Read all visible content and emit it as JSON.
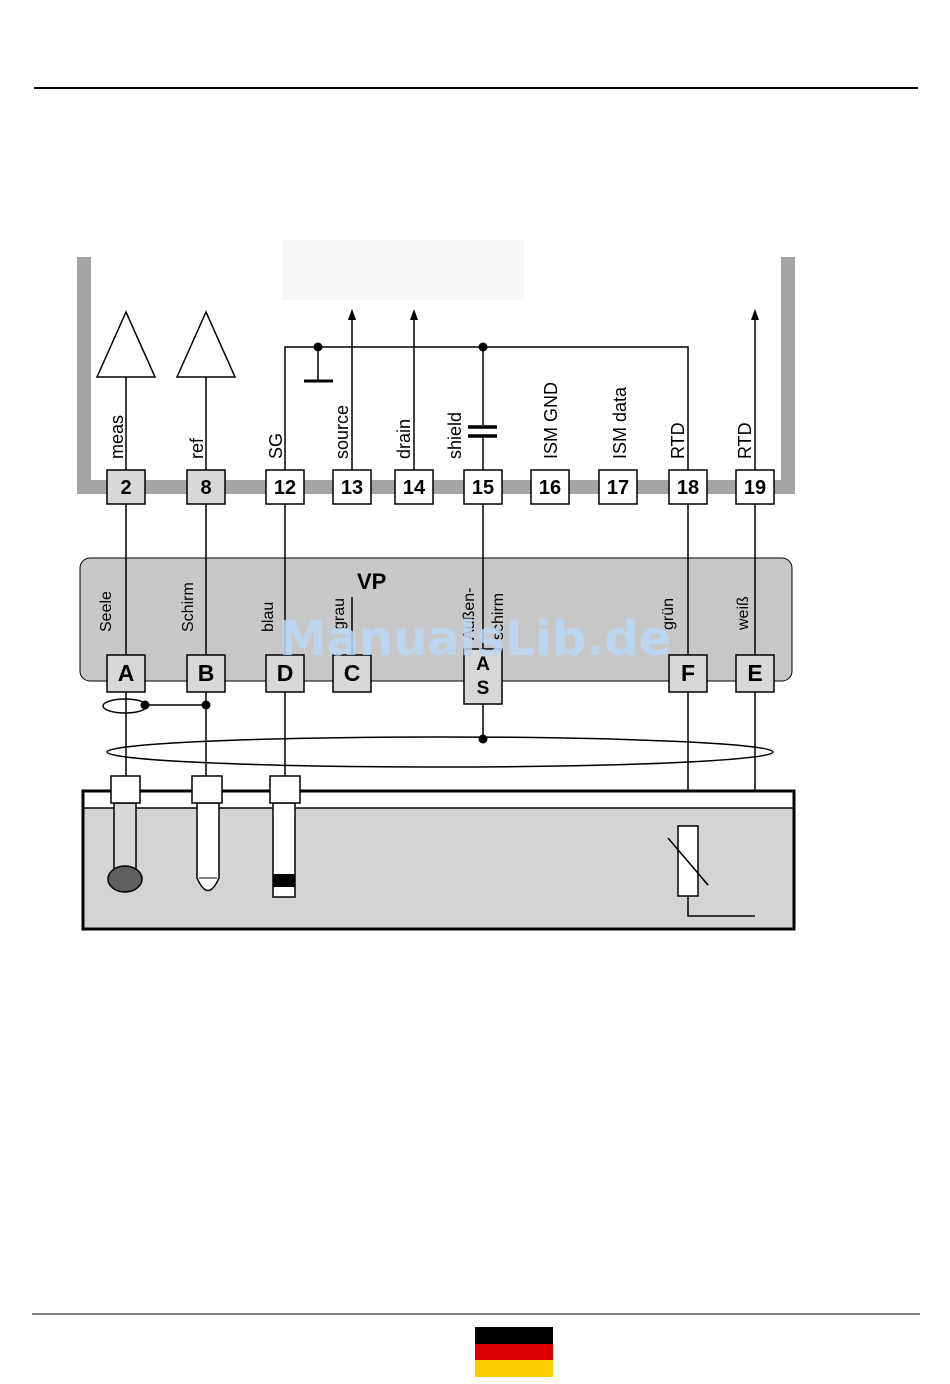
{
  "terminal_labels": {
    "t2": "meas",
    "t8": "ref",
    "t12": "SG",
    "t13": "source",
    "t14": "drain",
    "t15": "shield",
    "t16": "ISM GND",
    "t17": "ISM data",
    "t18": "RTD",
    "t19": "RTD"
  },
  "terminals": [
    "2",
    "8",
    "12",
    "13",
    "14",
    "15",
    "16",
    "17",
    "18",
    "19"
  ],
  "vp": {
    "title": "VP",
    "letters": {
      "A": "A",
      "B": "B",
      "D": "D",
      "C": "C",
      "AS1": "A",
      "AS2": "S",
      "F": "F",
      "E": "E"
    },
    "wire_labels": {
      "seele": "Seele",
      "schirm": "Schirm",
      "blau": "blau",
      "grau": "grau",
      "aussen1": "Außen-",
      "aussen2": "schirm",
      "gruen": "grün",
      "weiss": "weiß"
    }
  },
  "watermark": "ManualsLib.de",
  "colors": {
    "frame_gray": "#a5a5a5",
    "vp_box": "#c8c8c8",
    "vessel_fill": "#d4d4d4",
    "terminal_fill": "#d8d8d8",
    "sensor_ball": "#5f5f5f",
    "flag_black": "#000000",
    "flag_red": "#dd0000",
    "flag_gold": "#ffce00"
  }
}
